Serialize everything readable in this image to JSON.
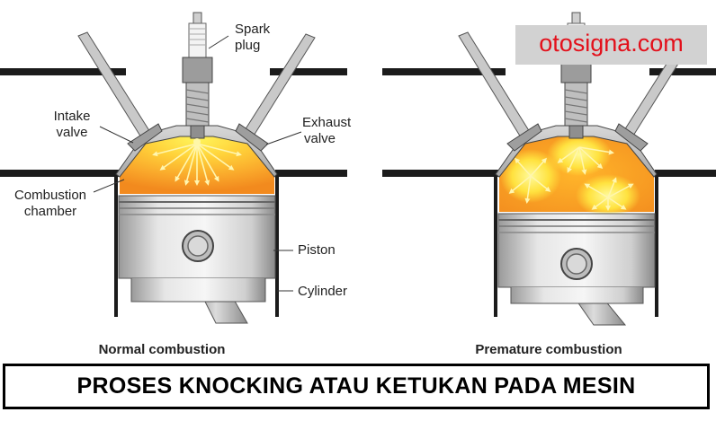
{
  "watermark": "otosigna.com",
  "labels": {
    "spark_plug_line1": "Spark",
    "spark_plug_line2": "plug",
    "exhaust_line1": "Exhaust",
    "exhaust_line2": "valve",
    "intake_line1": "Intake",
    "intake_line2": "valve",
    "chamber_line1": "Combustion",
    "chamber_line2": "chamber",
    "piston": "Piston",
    "cylinder": "Cylinder"
  },
  "captions": {
    "normal": "Normal combustion",
    "premature": "Premature combustion"
  },
  "banner": "PROSES KNOCKING ATAU KETUKAN PADA MESIN",
  "colors": {
    "flame_hot": "#fff45a",
    "flame_mid": "#ffbe2e",
    "flame_outer": "#f7941d",
    "piston_metal": "#e0e0e0",
    "watermark_text": "#e3101b",
    "watermark_bg": "#d2d2d2"
  }
}
